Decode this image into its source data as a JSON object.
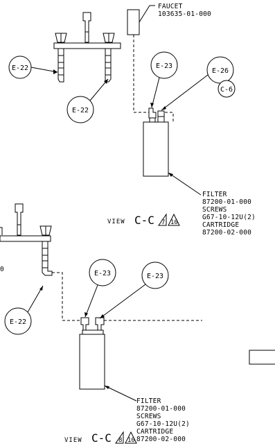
{
  "faucet_note": {
    "title": "FAUCET",
    "part_no": "103635-01-000"
  },
  "view1": {
    "balloons": {
      "e22_left": "E-22",
      "e22_right": "E-22",
      "e23": "E-23",
      "e26": "E-26",
      "c6": "C-6"
    },
    "label_prefix": "VIEW",
    "label_cc": "C-C",
    "rev_a": "7",
    "rev_b": "10",
    "notes": [
      "FILTER",
      "87200-01-000",
      "SCREWS",
      "G67-10-12U(2)",
      "CARTRIDGE",
      "87200-02-000"
    ]
  },
  "view2": {
    "balloons": {
      "e23_a": "E-23",
      "e23_b": "E-23",
      "e22": "E-22"
    },
    "label_prefix": "VIEW",
    "label_cc": "C-C",
    "rev_a": "8",
    "rev_b": "10",
    "notes": [
      "FILTER",
      "87200-01-000",
      "SCREWS",
      "G67-10-12U(2)",
      "CARTRIDGE",
      "87200-02-000"
    ]
  },
  "side_mark": "0"
}
